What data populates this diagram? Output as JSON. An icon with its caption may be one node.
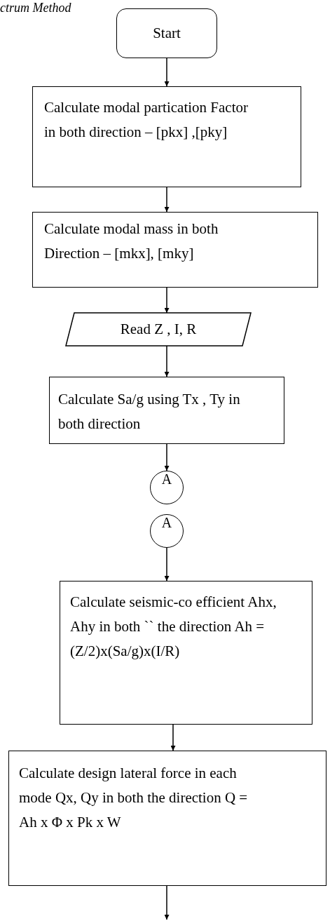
{
  "diagram": {
    "title": "ctrum Method",
    "nodes": [
      {
        "text": [
          "Start"
        ]
      },
      {
        "text": [
          "Calculate modal partication Factor in both direction – [pkx] ,[pky]"
        ]
      },
      {
        "text": [
          "Calculate modal mass in both Direction – [mkx], [mky]"
        ]
      },
      {
        "text": [
          "Read Z , I, R"
        ]
      },
      {
        "text": [
          "Calculate Sa/g using Tx , Ty in both direction"
        ]
      },
      {
        "text": [
          "A"
        ]
      },
      {
        "text": [
          "A"
        ]
      },
      {
        "text": [
          "Calculate seismic-co efficient Ahx, Ahy in both `` the direction Ah = (Z/2)x(Sa/g)x(I/R)"
        ]
      },
      {
        "text": [
          "Calculate design lateral force in each mode Qx, Qy in both the direction Q = Ah x Φ x Pk x W"
        ]
      }
    ],
    "edges": [
      {
        "from": 0,
        "to": 1,
        "arrow": "to"
      },
      {
        "from": 1,
        "to": 2,
        "arrow": "to"
      },
      {
        "from": 2,
        "to": 3,
        "arrow": "to"
      },
      {
        "from": 3,
        "to": 4,
        "arrow": "to"
      },
      {
        "from": 4,
        "to": 5,
        "arrow": "to"
      },
      {
        "from": 6,
        "to": 7,
        "arrow": "to"
      },
      {
        "from": 7,
        "to": 8,
        "arrow": "to"
      },
      {
        "from": 8,
        "to": null,
        "arrow": "to"
      }
    ]
  }
}
